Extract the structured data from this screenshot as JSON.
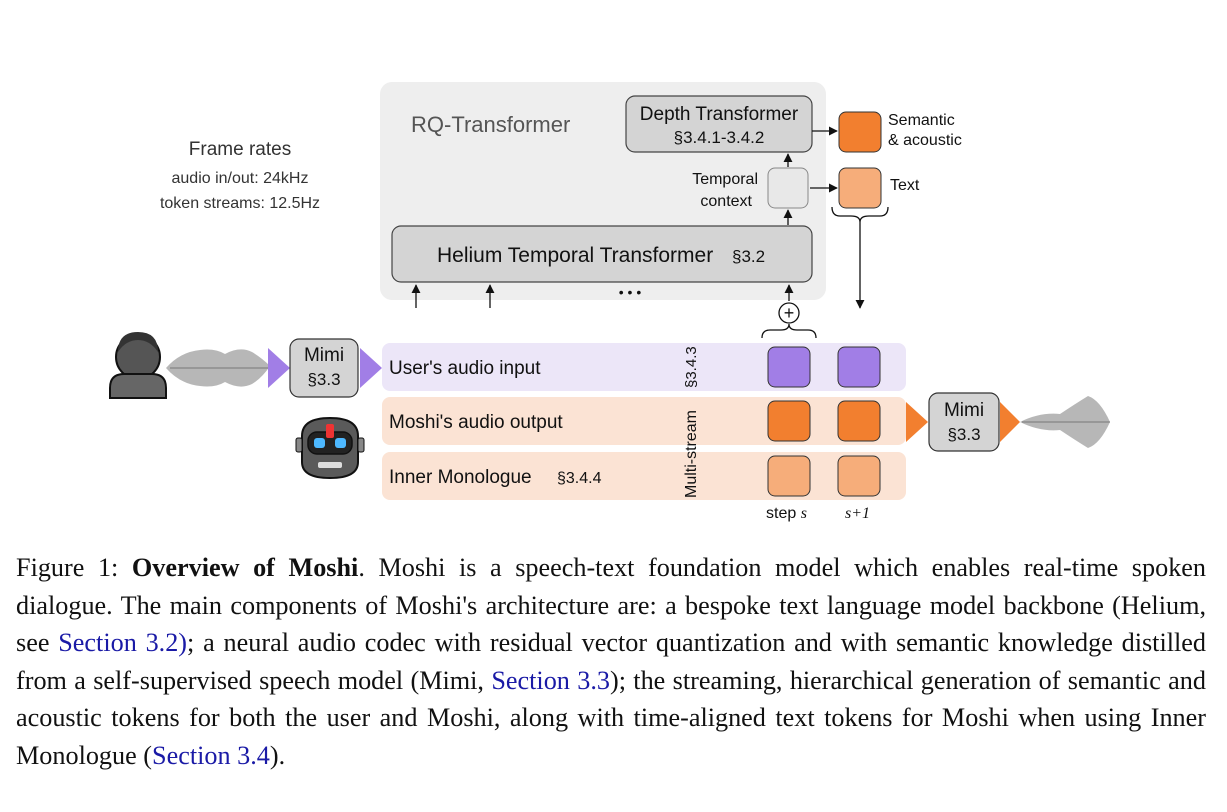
{
  "figure": {
    "frame_rates": {
      "title": "Frame rates",
      "audio": "audio in/out: 24kHz",
      "tokens": "token streams: 12.5Hz"
    },
    "rq_label": "RQ-Transformer",
    "depth": {
      "title": "Depth Transformer",
      "section": "§3.4.1-3.4.2"
    },
    "semantic": {
      "line1": "Semantic",
      "line2": "& acoustic"
    },
    "text_label": "Text",
    "temporal": {
      "line1": "Temporal",
      "line2": "context"
    },
    "helium": {
      "title": "Helium Temporal  Transformer",
      "section": "§3.2"
    },
    "dots": "• • •",
    "plus": "+",
    "mimi_in": {
      "title": "Mimi",
      "section": "§3.3"
    },
    "mimi_out": {
      "title": "Mimi",
      "section": "§3.3"
    },
    "streams": {
      "user": "User's audio input",
      "moshi": "Moshi's audio output",
      "inner": {
        "title": "Inner Monologue",
        "section": "§3.4.4"
      }
    },
    "multistream": {
      "label": "Multi-stream",
      "section": "§3.4.3"
    },
    "step": {
      "label": "step",
      "var": "s",
      "next": "s+1"
    },
    "colors": {
      "user_token": "#a17ee6",
      "audio_token": "#f27f2f",
      "text_token": "#f6ad7a",
      "user_band": "#ece6f8",
      "moshi_band": "#fbe3d4",
      "rq_bg": "#eeeeee",
      "block_bg": "#d4d4d4"
    }
  },
  "caption": {
    "label": "Figure 1:",
    "title": "Overview of Moshi",
    "s1": ". Moshi is a speech-text foundation model which enables real-time spoken dialogue. The main components of Moshi's architecture are: a bespoke text language model backbone (Helium, see ",
    "link1": "Section 3.2)",
    "s2": "; a neural audio codec with residual vector quantization and with semantic knowledge distilled from a self-supervised speech model (Mimi, ",
    "link2": "Section 3.3",
    "s3": "); the streaming, hierarchical generation of semantic and acoustic tokens for both the user and Moshi, along with time-aligned text tokens for Moshi when using Inner Monologue (",
    "link3": "Section 3.4",
    "s4": ")."
  }
}
